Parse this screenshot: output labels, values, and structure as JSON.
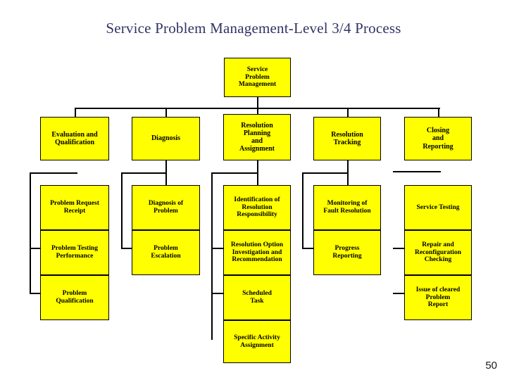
{
  "slide": {
    "title": "Service Problem Management-Level 3/4 Process",
    "page_number": "50",
    "colors": {
      "box_fill": "#ffff00",
      "box_border": "#000000",
      "title_color": "#333366",
      "background": "#ffffff",
      "connector": "#000000"
    }
  },
  "chart_data": {
    "type": "diagram",
    "diagram_type": "organization-chart",
    "title": "Service Problem Management-Level 3/4 Process",
    "root": {
      "id": "root",
      "lines": [
        "Service",
        "Problem",
        "Management"
      ]
    },
    "columns": [
      {
        "id": "col1",
        "parent": {
          "id": "evaluation-and-qualification",
          "lines": [
            "Evaluation and",
            "Qualification"
          ]
        },
        "children": [
          {
            "id": "problem-request-receipt",
            "lines": [
              "Problem Request",
              "Receipt"
            ]
          },
          {
            "id": "problem-testing-performance",
            "lines": [
              "Problem Testing",
              "Performance"
            ]
          },
          {
            "id": "problem-qualification",
            "lines": [
              "Problem",
              "Qualification"
            ]
          }
        ]
      },
      {
        "id": "col2",
        "parent": {
          "id": "diagnosis",
          "lines": [
            "Diagnosis"
          ]
        },
        "children": [
          {
            "id": "diagnosis-of-problem",
            "lines": [
              "Diagnosis of",
              "Problem"
            ]
          },
          {
            "id": "problem-escalation",
            "lines": [
              "Problem",
              "Escalation"
            ]
          }
        ]
      },
      {
        "id": "col3",
        "parent": {
          "id": "resolution-planning-and-assignment",
          "lines": [
            "Resolution",
            "Planning",
            "and",
            "Assignment"
          ]
        },
        "children": [
          {
            "id": "identification-of-resolution-responsibility",
            "lines": [
              "Identification of",
              "Resolution",
              "Responsibility"
            ]
          },
          {
            "id": "resolution-option-investigation-and-recommendation",
            "lines": [
              "Resolution Option",
              "Investigation and",
              "Recommendation"
            ]
          },
          {
            "id": "scheduled-task",
            "lines": [
              "Scheduled",
              "Task"
            ]
          },
          {
            "id": "specific-activity-assignment",
            "lines": [
              "Specific Activity",
              "Assignment"
            ]
          }
        ]
      },
      {
        "id": "col4",
        "parent": {
          "id": "resolution-tracking",
          "lines": [
            "Resolution",
            "Tracking"
          ]
        },
        "children": [
          {
            "id": "monitoring-of-fault-resolution",
            "lines": [
              "Monitoring of",
              "Fault Resolution"
            ]
          },
          {
            "id": "progress-reporting",
            "lines": [
              "Progress",
              "Reporting"
            ]
          }
        ]
      },
      {
        "id": "col5",
        "parent": {
          "id": "closing-and-reporting",
          "lines": [
            "Closing",
            "and",
            "Reporting"
          ]
        },
        "children": [
          {
            "id": "service-testing",
            "lines": [
              "Service Testing"
            ]
          },
          {
            "id": "repair-and-reconfiguration-checking",
            "lines": [
              "Repair and",
              "Reconfiguration",
              "Checking"
            ]
          },
          {
            "id": "issue-of-cleared-problem-report",
            "lines": [
              "Issue of cleared",
              "Problem",
              "Report"
            ]
          }
        ]
      }
    ]
  }
}
